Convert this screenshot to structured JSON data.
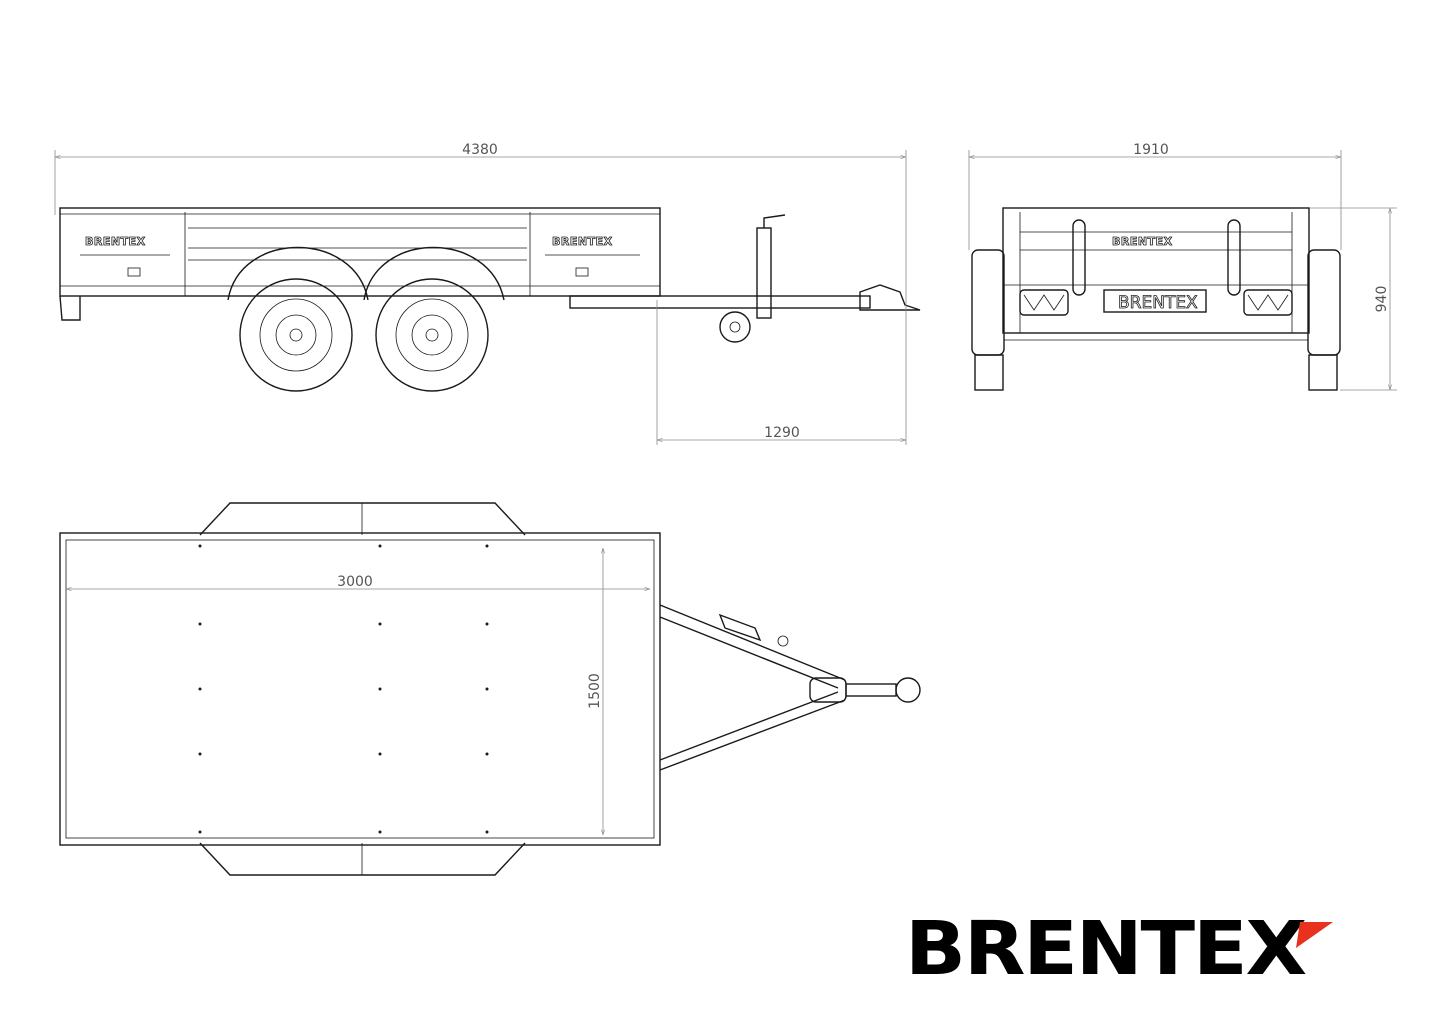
{
  "brand": {
    "name": "BRENTEX",
    "logo_color": "#000000",
    "accent_color": "#e8321f"
  },
  "dimensions": {
    "overall_length": "4380",
    "overall_width": "1910",
    "height": "940",
    "drawbar_length": "1290",
    "bed_length": "3000",
    "bed_width": "1500"
  },
  "views": {
    "side_panel_label": "BRENTEX",
    "rear_panel_label": "BRENTEX",
    "rear_plate_label": "BRENTEX"
  }
}
